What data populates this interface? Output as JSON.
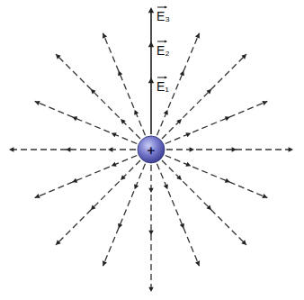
{
  "diagram": {
    "nodes": [
      {
        "text": [
          "+"
        ]
      }
    ],
    "labels": [
      "E₃",
      "E₂",
      "E₁"
    ]
  }
}
